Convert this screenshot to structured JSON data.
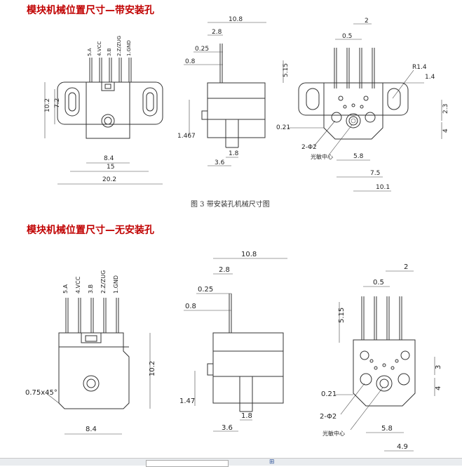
{
  "headings": {
    "with_holes": "模块机械位置尺寸—带安装孔",
    "without_holes": "模块机械位置尺寸—无安装孔"
  },
  "caption": "图 3  带安装孔机械尺寸图",
  "pin_labels": [
    "5.A",
    "4.VCC",
    "3.B",
    "2.Z/ZUG",
    "1.GND"
  ],
  "drawing1": {
    "front": {
      "height_outer": "10.2",
      "height_inner": "7.2",
      "width_a": "8.4",
      "width_b": "15",
      "width_c": "20.2"
    },
    "side": {
      "top_width": "10.8",
      "d1": "2.8",
      "d2": "0.25",
      "d3": "0.8",
      "d4": "1.467",
      "d5": "1.8",
      "d6": "3.6"
    },
    "right": {
      "d1": "2",
      "d2": "0.5",
      "d3": "5.15",
      "radius": "R1.4",
      "d4": "1.4",
      "d5": "2.3",
      "d6": "4",
      "d7": "0.21",
      "holes": "2-Φ2",
      "optical_center": "光敏中心",
      "d8": "5.8",
      "d9": "7.5",
      "d10": "10.1"
    }
  },
  "drawing2": {
    "front": {
      "chamfer": "0.75x45°",
      "height": "10.2",
      "width": "8.4"
    },
    "side": {
      "top_width": "10.8",
      "d1": "2.8",
      "d2": "0.25",
      "d3": "0.8",
      "d4": "1.47",
      "d5": "1.8",
      "d6": "3.6"
    },
    "right": {
      "d1": "2",
      "d2": "0.5",
      "d3": "5.15",
      "d4": "3",
      "d5": "4",
      "d6": "0.21",
      "holes": "2-Φ2",
      "optical_center": "光敏中心",
      "d7": "5.8",
      "d8": "4.9"
    }
  },
  "toolbar": {
    "glyph": "⊞"
  }
}
